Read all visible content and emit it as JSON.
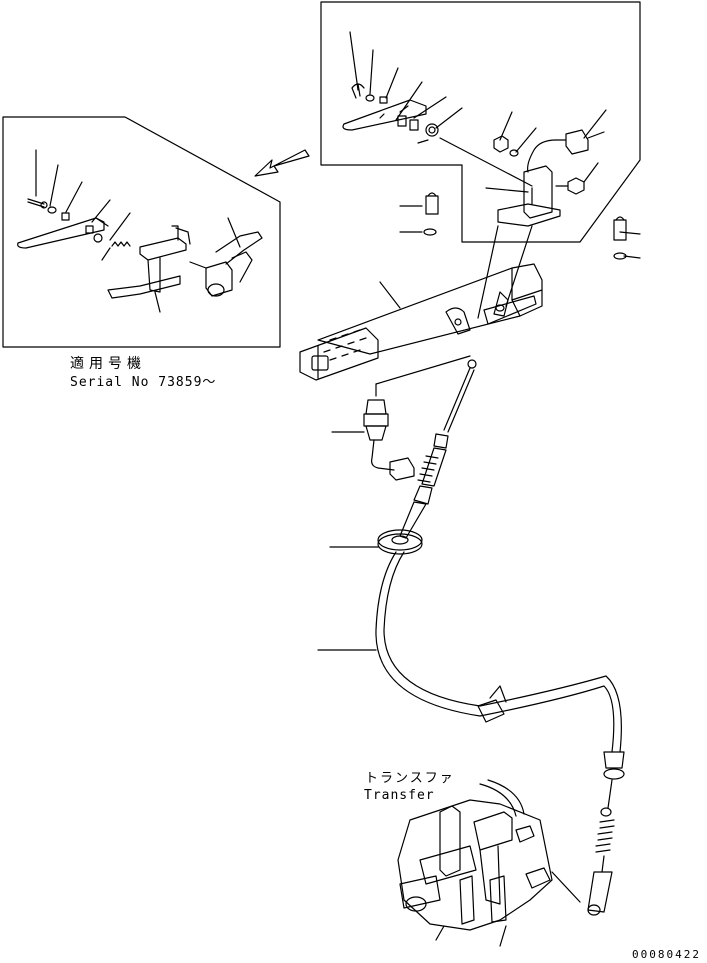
{
  "inset_note": {
    "applicable_label": "適用号機",
    "serial_label": "Serial No 73859～"
  },
  "transfer_label": {
    "jp": "トランスファ",
    "en": "Transfer"
  },
  "drawing_number": "00080422",
  "colors": {
    "line": "#000000",
    "paper": "#ffffff"
  }
}
